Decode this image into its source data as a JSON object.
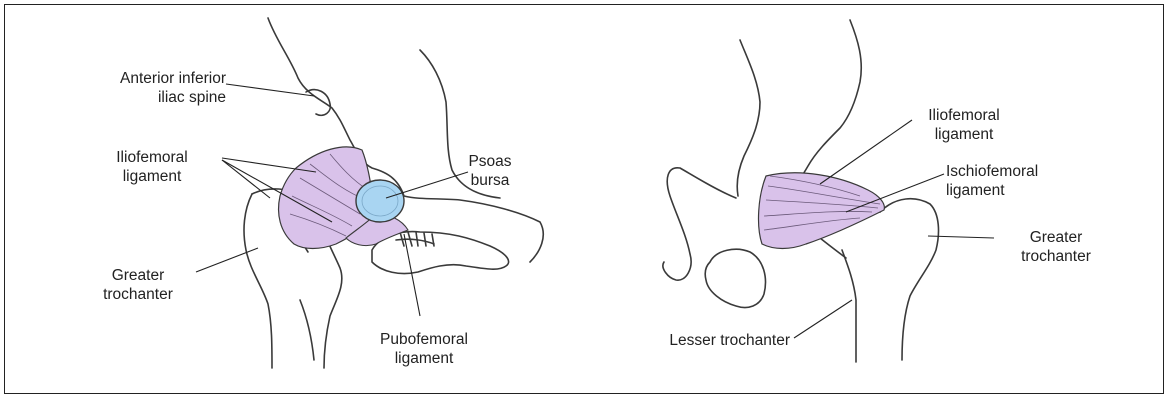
{
  "colors": {
    "ligament": "#d9c2ea",
    "bursa": "#a9d5f2",
    "bone_outline": "#3a3a3a",
    "label_text": "#222222"
  },
  "left_view": {
    "anterior_inferior_iliac_spine": [
      "Anterior inferior",
      "iliac spine"
    ],
    "iliofemoral_ligament": [
      "Iliofemoral",
      "ligament"
    ],
    "psoas_bursa": [
      "Psoas",
      "bursa"
    ],
    "greater_trochanter": [
      "Greater",
      "trochanter"
    ],
    "pubofemoral_ligament": [
      "Pubofemoral",
      "ligament"
    ]
  },
  "right_view": {
    "iliofemoral_ligament": [
      "Iliofemoral",
      "ligament"
    ],
    "ischiofemoral_ligament": [
      "Ischiofemoral",
      "ligament"
    ],
    "greater_trochanter": [
      "Greater",
      "trochanter"
    ],
    "lesser_trochanter": "Lesser trochanter"
  }
}
